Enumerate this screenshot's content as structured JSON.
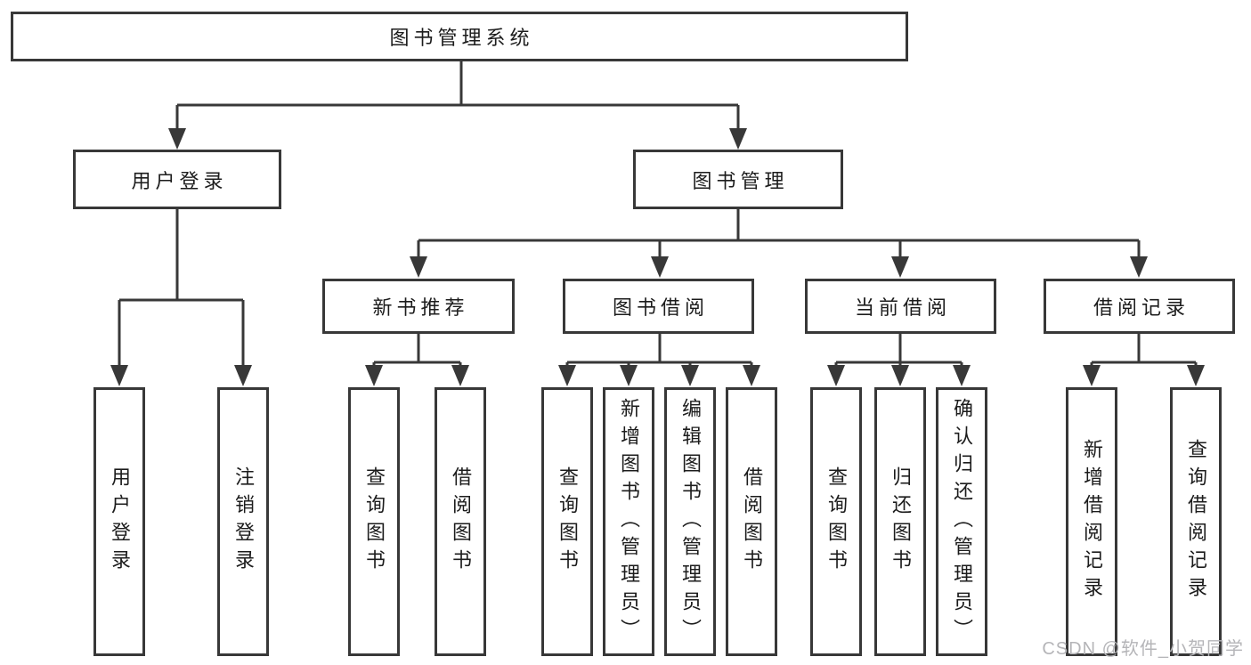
{
  "diagram_title": "图书管理系统",
  "tree": {
    "root": {
      "label": "图书管理系统"
    },
    "branches": [
      {
        "label": "用户登录",
        "children": [
          {
            "label": "用户登录"
          },
          {
            "label": "注销登录"
          }
        ]
      },
      {
        "label": "图书管理",
        "children": [
          {
            "label": "新书推荐",
            "children": [
              {
                "label": "查询图书"
              },
              {
                "label": "借阅图书"
              }
            ]
          },
          {
            "label": "图书借阅",
            "children": [
              {
                "label": "查询图书"
              },
              {
                "label": "新增图书（管理员）"
              },
              {
                "label": "编辑图书（管理员）"
              },
              {
                "label": "借阅图书"
              }
            ]
          },
          {
            "label": "当前借阅",
            "children": [
              {
                "label": "查询图书"
              },
              {
                "label": "归还图书"
              },
              {
                "label": "确认归还（管理员）"
              }
            ]
          },
          {
            "label": "借阅记录",
            "children": [
              {
                "label": "新增借阅记录"
              },
              {
                "label": "查询借阅记录"
              }
            ]
          }
        ]
      }
    ]
  },
  "watermark": "CSDN @软件_小贺同学",
  "colors": {
    "line": "#383838",
    "box_border": "#383838",
    "text": "#1c1c1c",
    "background": "#ffffff",
    "watermark": "#b5b5b8"
  }
}
